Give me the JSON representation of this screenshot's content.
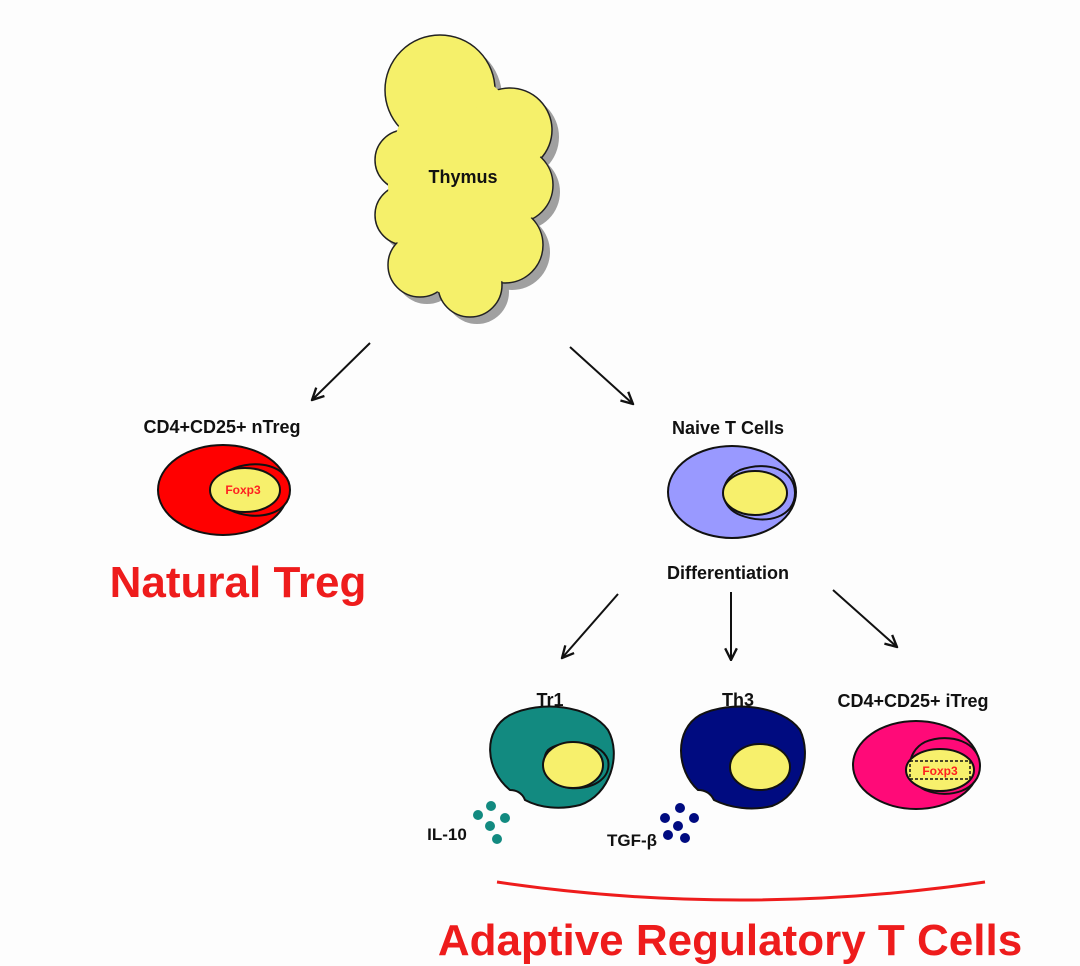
{
  "diagram": {
    "thymus_label": "Thymus",
    "ntreg_label": "CD4+CD25+ nTreg",
    "ntreg_marker": "Foxp3",
    "natural_title": "Natural Treg",
    "naive_label": "Naive T Cells",
    "differentiation_label": "Differentiation",
    "tr1_label": "Tr1",
    "th3_label": "Th3",
    "itreg_label": "CD4+CD25+ iTreg",
    "itreg_marker": "Foxp3",
    "il10_label": "IL-10",
    "tgf_label": "TGF-β",
    "adaptive_title": "Adaptive Regulatory T Cells"
  },
  "colors": {
    "thymus": "#f5f06a",
    "nucleus": "#f7f06c",
    "ntreg_cell": "#ff0000",
    "naive_cell": "#9999ff",
    "tr1_cell": "#128a80",
    "th3_cell": "#000b80",
    "itreg_cell": "#ff0a78",
    "title_red": "#ee1c1c"
  }
}
